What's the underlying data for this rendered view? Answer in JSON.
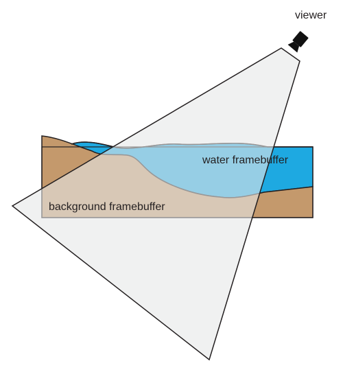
{
  "labels": {
    "viewer": "viewer",
    "water_framebuffer": "water framebuffer",
    "background_framebuffer": "background framebuffer"
  },
  "colors": {
    "ground": "#c4996c",
    "water": "#1ea9e1",
    "frustum_fill": "#e6e7e8",
    "frustum_stroke": "#231f20",
    "outline": "#231f20",
    "camera": "#111111"
  },
  "icons": {
    "viewer": "camera-icon"
  }
}
